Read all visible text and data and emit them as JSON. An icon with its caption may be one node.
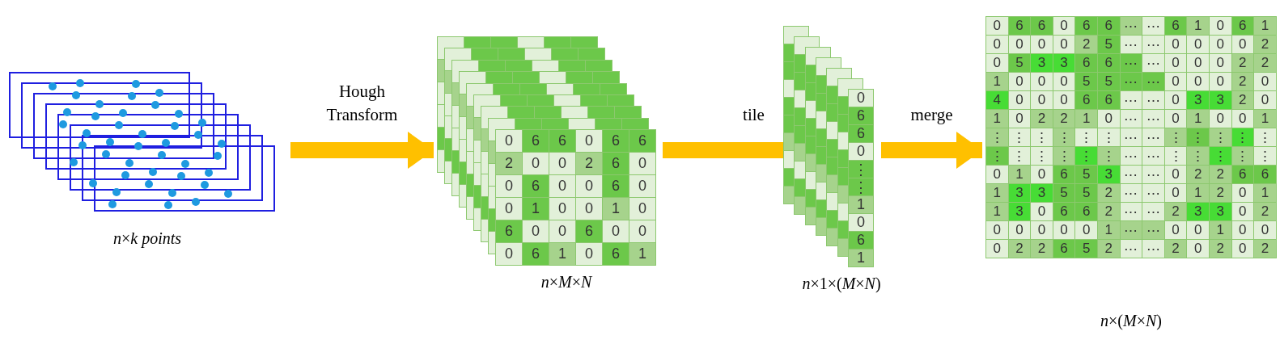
{
  "diagram": {
    "nodes": [
      {
        "text": [],
        "shape": "picture",
        "beside": [
          "*n*×*k points*"
        ]
      },
      {
        "text": [
          "0",
          "6",
          "6",
          "0",
          "6",
          "6",
          "2",
          "0",
          "0",
          "2",
          "6",
          "0",
          "0",
          "6",
          "0",
          "0",
          "6",
          "0",
          "0",
          "1",
          "0",
          "0",
          "1",
          "0",
          "6",
          "0",
          "0",
          "6",
          "0",
          "0",
          "0",
          "6",
          "1",
          "0",
          "6",
          "1"
        ],
        "beside": [
          "*n*×*M*×*N*"
        ]
      },
      {
        "text": [
          "0",
          "6",
          "6",
          "0",
          "⋮",
          "⋮",
          "1",
          "0",
          "6",
          "1"
        ],
        "beside": [
          "*n*×1×(*M*×*N*)"
        ]
      },
      {
        "text": [
          "0",
          "6",
          "6",
          "0",
          "6",
          "6",
          "⋯",
          "⋯",
          "6",
          "1",
          "0",
          "6",
          "1",
          "0",
          "0",
          "0",
          "0",
          "2",
          "5",
          "⋯",
          "⋯",
          "0",
          "0",
          "0",
          "0",
          "2",
          "0",
          "5",
          "3",
          "3",
          "6",
          "6",
          "⋯",
          "⋯",
          "0",
          "0",
          "0",
          "2",
          "2",
          "1",
          "0",
          "0",
          "0",
          "5",
          "5",
          "⋯",
          "⋯",
          "0",
          "0",
          "0",
          "2",
          "0",
          "4",
          "0",
          "0",
          "0",
          "6",
          "6",
          "⋯",
          "⋯",
          "0",
          "3",
          "3",
          "2",
          "0",
          "1",
          "0",
          "2",
          "2",
          "1",
          "0",
          "⋯",
          "⋯",
          "0",
          "1",
          "0",
          "0",
          "1",
          "⋮",
          "⋮",
          "⋮",
          "⋮",
          "⋮",
          "⋮",
          "⋯",
          "⋯",
          "⋮",
          "⋮",
          "⋮",
          "⋮",
          "⋮",
          "⋮",
          "⋮",
          "⋮",
          "⋮",
          "⋮",
          "⋮",
          "⋯",
          "⋯",
          "⋮",
          "⋮",
          "⋮",
          "⋮",
          "⋮",
          "0",
          "1",
          "0",
          "6",
          "5",
          "3",
          "⋯",
          "⋯",
          "0",
          "2",
          "2",
          "6",
          "6",
          "1",
          "3",
          "3",
          "5",
          "5",
          "2",
          "⋯",
          "⋯",
          "0",
          "1",
          "2",
          "0",
          "1",
          "1",
          "3",
          "0",
          "6",
          "6",
          "2",
          "⋯",
          "⋯",
          "2",
          "3",
          "3",
          "0",
          "2",
          "0",
          "0",
          "0",
          "0",
          "0",
          "1",
          "⋯",
          "⋯",
          "0",
          "0",
          "1",
          "0",
          "0",
          "0",
          "2",
          "2",
          "6",
          "5",
          "2",
          "⋯",
          "⋯",
          "2",
          "0",
          "2",
          "0",
          "2"
        ],
        "beside": [
          "*n*×(*M*×*N*)"
        ]
      }
    ],
    "edges": [
      {
        "from": 0,
        "to": 1,
        "arrow": "to",
        "label": "Hough Transform"
      },
      {
        "from": 1,
        "to": 2,
        "arrow": "to",
        "label": "tile"
      },
      {
        "from": 2,
        "to": 3,
        "arrow": "to",
        "label": "merge"
      }
    ]
  }
}
